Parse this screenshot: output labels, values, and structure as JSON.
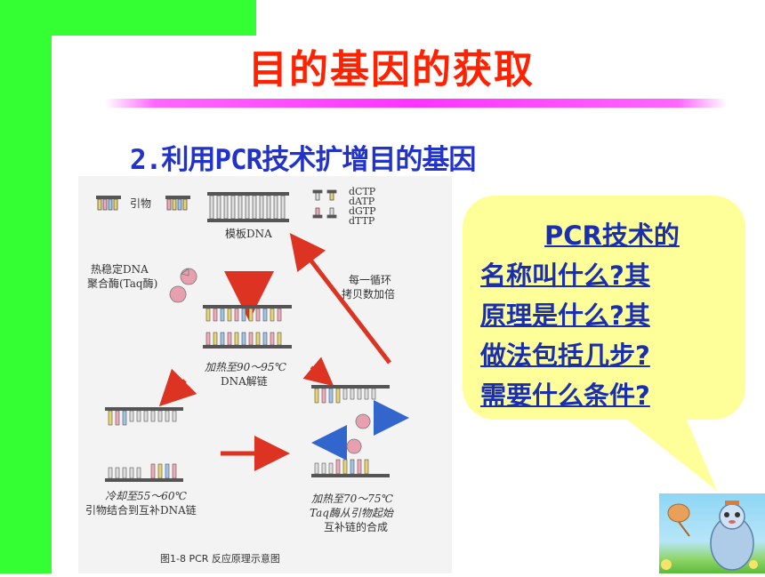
{
  "title": "目的基因的获取",
  "subtitle": "2.利用PCR技术扩增目的基因",
  "diagram": {
    "primer": "引物",
    "template": "模板DNA",
    "nucleotides": [
      "dCTP",
      "dATP",
      "dGTP",
      "dTTP"
    ],
    "polymerase_line1": "热稳定DNA",
    "polymerase_line2": "聚合酶(Taq酶)",
    "cycle_line1": "每一循环",
    "cycle_line2": "拷贝数加倍",
    "denature_line1": "加热至90～95℃",
    "denature_line2": "DNA解链",
    "anneal_line1": "冷却至55～60℃",
    "anneal_line2": "引物结合到互补DNA链",
    "extend_line1": "加热至70～75℃",
    "extend_line2": "Taq酶从引物起始",
    "extend_line3": "互补链的合成",
    "caption": "图1-8  PCR 反应原理示意图"
  },
  "bubble": {
    "lines": [
      "PCR技术的",
      "名称叫什么?其",
      "原理是什么?其",
      "做法包括几步?",
      "需要什么条件?"
    ]
  },
  "colors": {
    "green": "#33ff33",
    "title": "#ff2200",
    "subtitle": "#2233cc",
    "bubble_bg": "#ffff99",
    "bubble_text": "#1a2eb0",
    "arrow_red": "#dd3322"
  }
}
